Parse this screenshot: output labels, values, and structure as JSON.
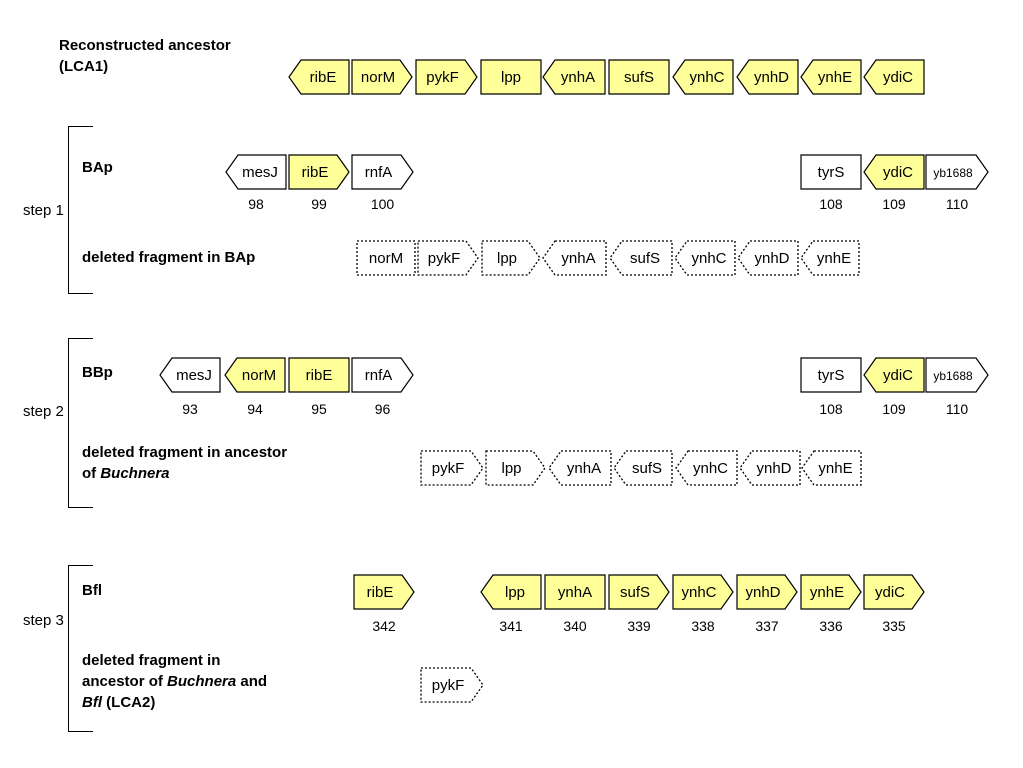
{
  "title": {
    "line1": "Reconstructed ancestor",
    "line2": "(LCA1)"
  },
  "steps": [
    "step 1",
    "step 2",
    "step 3"
  ],
  "rows": {
    "bap": "BAp",
    "bap_deleted": "deleted fragment in BAp",
    "bbp": "BBp",
    "bbp_deleted_line1": "deleted fragment in ancestor",
    "bbp_deleted_line2_pre": "of ",
    "bbp_deleted_line2_it": "Buchnera",
    "bfl": "Bfl",
    "bfl_deleted_line1": "deleted fragment in",
    "bfl_deleted_line2_pre": "ancestor of ",
    "bfl_deleted_line2_it": "Buchnera",
    "bfl_deleted_line2_post": " and",
    "bfl_deleted_line3_it": "Bfl",
    "bfl_deleted_line3_post": " (LCA2)"
  },
  "colors": {
    "highlight": "#ffff99",
    "white": "#ffffff",
    "stroke": "#000000"
  },
  "genes": {
    "lca1": [
      {
        "name": "ribE",
        "dir": "left",
        "fill": "highlight"
      },
      {
        "name": "norM",
        "dir": "right",
        "fill": "highlight"
      },
      {
        "name": "pykF",
        "dir": "right",
        "fill": "highlight"
      },
      {
        "name": "lpp",
        "dir": "none",
        "fill": "highlight"
      },
      {
        "name": "ynhA",
        "dir": "left",
        "fill": "highlight"
      },
      {
        "name": "sufS",
        "dir": "none",
        "fill": "highlight"
      },
      {
        "name": "ynhC",
        "dir": "left",
        "fill": "highlight"
      },
      {
        "name": "ynhD",
        "dir": "left",
        "fill": "highlight"
      },
      {
        "name": "ynhE",
        "dir": "left",
        "fill": "highlight"
      },
      {
        "name": "ydiC",
        "dir": "left",
        "fill": "highlight"
      }
    ],
    "bap": [
      {
        "name": "mesJ",
        "dir": "left",
        "fill": "white",
        "num": "98"
      },
      {
        "name": "ribE",
        "dir": "right",
        "fill": "highlight",
        "num": "99"
      },
      {
        "name": "rnfA",
        "dir": "right",
        "fill": "white",
        "num": "100"
      },
      {
        "name": "tyrS",
        "dir": "none",
        "fill": "white",
        "num": "108"
      },
      {
        "name": "ydiC",
        "dir": "left",
        "fill": "highlight",
        "num": "109"
      },
      {
        "name": "yb1688",
        "dir": "right",
        "fill": "white",
        "num": "110"
      }
    ],
    "bap_deleted": [
      {
        "name": "norM",
        "dir": "none"
      },
      {
        "name": "pykF",
        "dir": "right"
      },
      {
        "name": "lpp",
        "dir": "right"
      },
      {
        "name": "ynhA",
        "dir": "left"
      },
      {
        "name": "sufS",
        "dir": "left"
      },
      {
        "name": "ynhC",
        "dir": "left"
      },
      {
        "name": "ynhD",
        "dir": "left"
      },
      {
        "name": "ynhE",
        "dir": "left"
      }
    ],
    "bbp": [
      {
        "name": "mesJ",
        "dir": "left",
        "fill": "white",
        "num": "93"
      },
      {
        "name": "norM",
        "dir": "left",
        "fill": "highlight",
        "num": "94"
      },
      {
        "name": "ribE",
        "dir": "none",
        "fill": "highlight",
        "num": "95"
      },
      {
        "name": "rnfA",
        "dir": "right",
        "fill": "white",
        "num": "96"
      },
      {
        "name": "tyrS",
        "dir": "none",
        "fill": "white",
        "num": "108"
      },
      {
        "name": "ydiC",
        "dir": "left",
        "fill": "highlight",
        "num": "109"
      },
      {
        "name": "yb1688",
        "dir": "right",
        "fill": "white",
        "num": "110"
      }
    ],
    "bbp_deleted": [
      {
        "name": "pykF",
        "dir": "right"
      },
      {
        "name": "lpp",
        "dir": "right"
      },
      {
        "name": "ynhA",
        "dir": "left"
      },
      {
        "name": "sufS",
        "dir": "left"
      },
      {
        "name": "ynhC",
        "dir": "left"
      },
      {
        "name": "ynhD",
        "dir": "left"
      },
      {
        "name": "ynhE",
        "dir": "left"
      }
    ],
    "bfl": [
      {
        "name": "ribE",
        "dir": "right",
        "fill": "highlight",
        "num": "342"
      },
      {
        "name": "lpp",
        "dir": "left",
        "fill": "highlight",
        "num": "341"
      },
      {
        "name": "ynhA",
        "dir": "none",
        "fill": "highlight",
        "num": "340"
      },
      {
        "name": "sufS",
        "dir": "right",
        "fill": "highlight",
        "num": "339"
      },
      {
        "name": "ynhC",
        "dir": "right",
        "fill": "highlight",
        "num": "338"
      },
      {
        "name": "ynhD",
        "dir": "right",
        "fill": "highlight",
        "num": "337"
      },
      {
        "name": "ynhE",
        "dir": "right",
        "fill": "highlight",
        "num": "336"
      },
      {
        "name": "ydiC",
        "dir": "right",
        "fill": "highlight",
        "num": "335"
      }
    ],
    "bfl_deleted": [
      {
        "name": "pykF",
        "dir": "right"
      }
    ]
  }
}
